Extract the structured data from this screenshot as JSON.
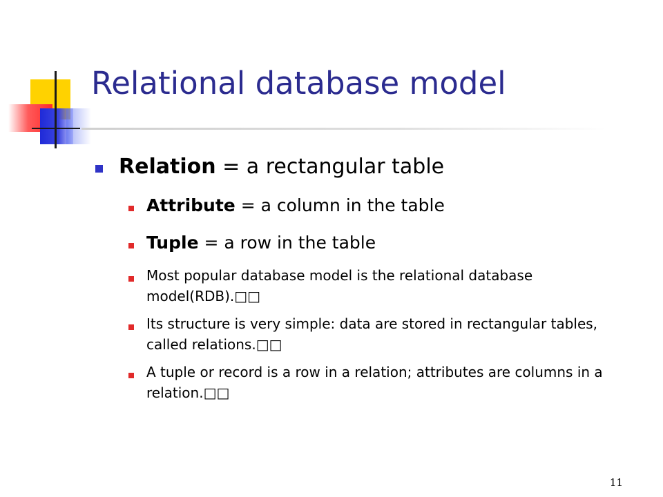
{
  "slide": {
    "title": "Relational database model",
    "main_bullet": {
      "term": "Relation",
      "rest": " = a rectangular table"
    },
    "sub_bullets": [
      {
        "term": "Attribute",
        "rest": " = a column in the table"
      },
      {
        "term": "Tuple",
        "rest": " = a row in the table"
      },
      {
        "text": "Most popular database model is the relational database model(RDB).□□"
      },
      {
        "text": "Its structure is very simple: data are stored in rectangular tables, called relations.□□"
      },
      {
        "text": "A tuple or record is a row in a relation; attributes are columns in a relation.□□"
      }
    ],
    "page_number": "11"
  },
  "colors": {
    "title": "#2b2b8f",
    "main_bullet": "#2f33c6",
    "sub_bullet": "#e12a2a",
    "logo_yellow": "#ffd200",
    "logo_red": "#ff2a2a",
    "logo_blue": "#1f2ad8"
  },
  "icons": {
    "logo": "overlapping-squares-logo-icon",
    "main_bullet": "square-bullet-icon",
    "sub_bullet": "square-bullet-icon"
  }
}
